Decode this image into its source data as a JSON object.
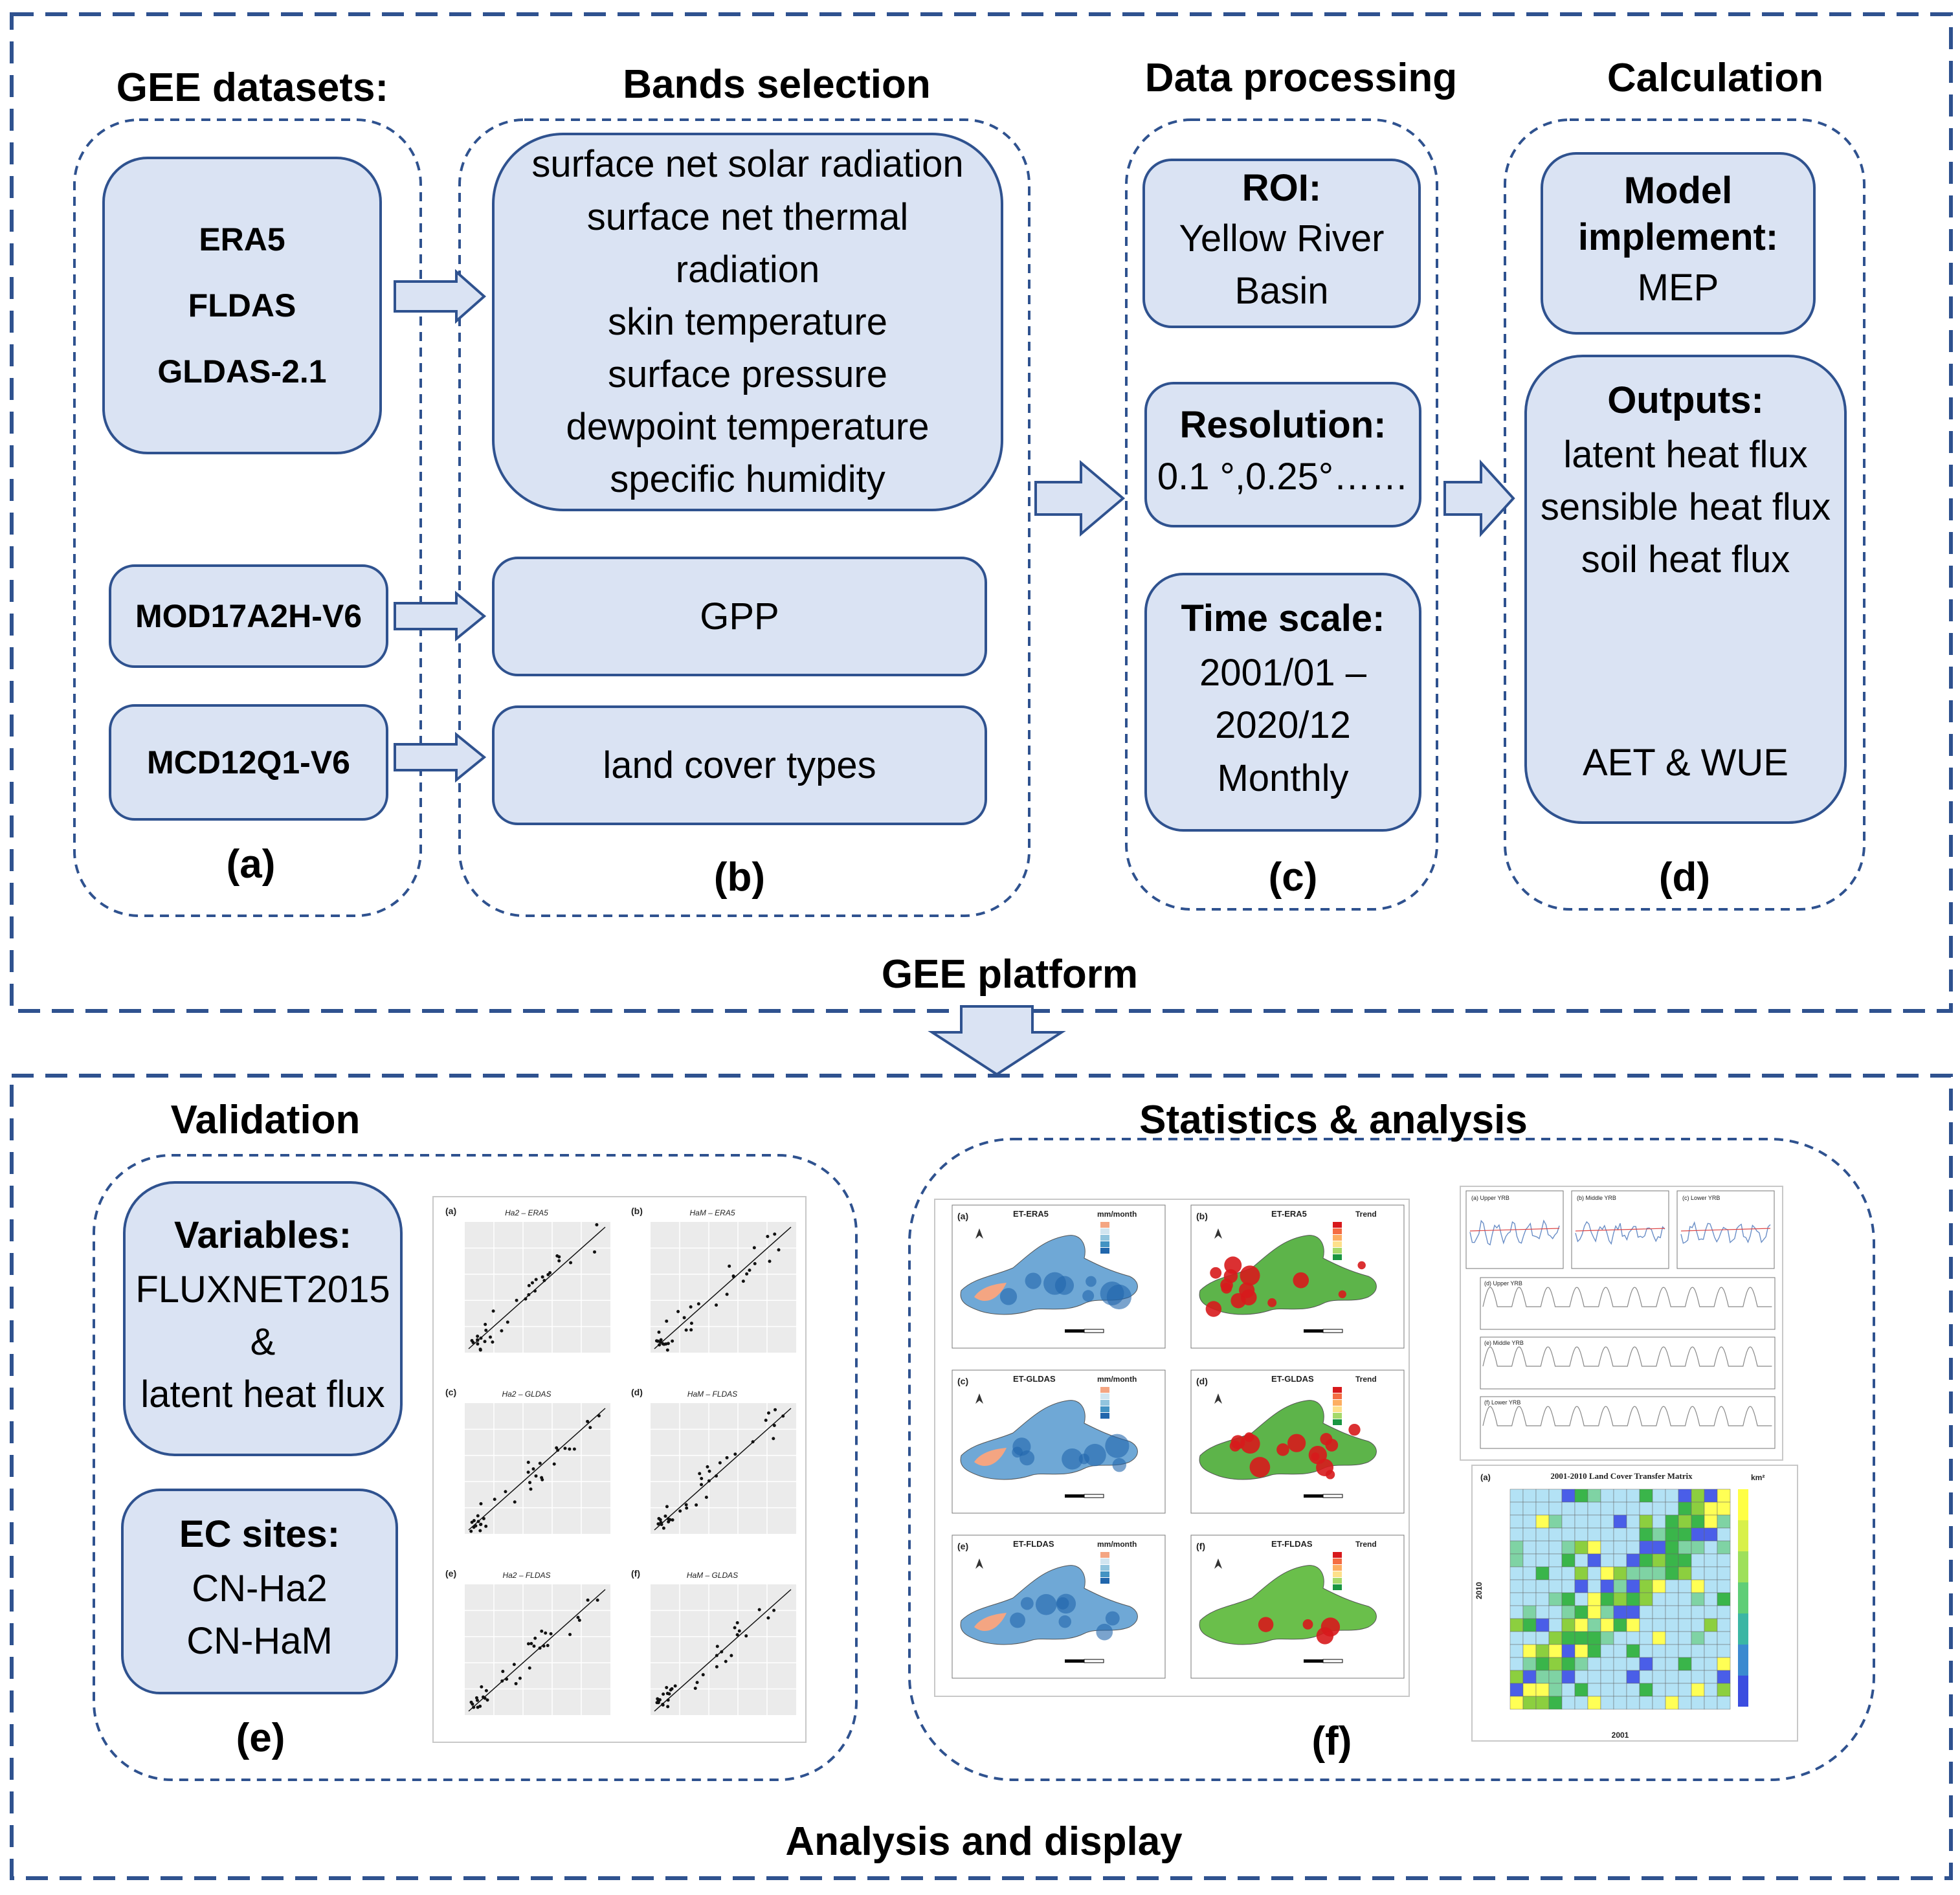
{
  "top_section": {
    "caption": "GEE platform"
  },
  "bottom_section": {
    "caption": "Analysis and display"
  },
  "panel_a": {
    "title": "GEE datasets:",
    "label": "(a)",
    "datasets": [
      "ERA5",
      "FLDAS",
      "GLDAS-2.1"
    ],
    "modis_gpp": "MOD17A2H-V6",
    "modis_landcover": "MCD12Q1-V6"
  },
  "panel_b": {
    "title": "Bands selection",
    "label": "(b)",
    "bands": [
      "surface net solar radiation",
      "surface net thermal",
      "radiation",
      "skin temperature",
      "surface pressure",
      "dewpoint temperature",
      "specific humidity"
    ],
    "gpp": "GPP",
    "landcover": "land cover types"
  },
  "panel_c": {
    "title": "Data processing",
    "label": "(c)",
    "roi_heading": "ROI:",
    "roi_lines": [
      "Yellow River",
      "Basin"
    ],
    "resolution_heading": "Resolution:",
    "resolution_value": "0.1 °,0.25°……",
    "time_heading": "Time scale:",
    "time_lines": [
      "2001/01 –",
      "2020/12",
      "Monthly"
    ]
  },
  "panel_d": {
    "title": "Calculation",
    "label": "(d)",
    "model_heading_lines": [
      "Model",
      "implement:"
    ],
    "model_value": "MEP",
    "outputs_heading": "Outputs:",
    "outputs_lines": [
      "latent heat flux",
      "sensible heat flux",
      "soil heat flux"
    ],
    "final": "AET & WUE"
  },
  "panel_e": {
    "title": "Validation",
    "label": "(e)",
    "variables_heading": "Variables:",
    "variables_lines": [
      "FLUXNET2015",
      "&",
      "latent heat flux"
    ],
    "ec_heading": "EC sites:",
    "ec_lines": [
      "CN-Ha2",
      "CN-HaM"
    ],
    "scatter_panels": [
      {
        "tag": "(a)",
        "title": "Ha2 – ERA5"
      },
      {
        "tag": "(b)",
        "title": "HaM – ERA5"
      },
      {
        "tag": "(c)",
        "title": "Ha2 – GLDAS"
      },
      {
        "tag": "(d)",
        "title": "HaM – FLDAS"
      },
      {
        "tag": "(e)",
        "title": "Ha2 – FLDAS"
      },
      {
        "tag": "(f)",
        "title": "HaM – GLDAS"
      }
    ]
  },
  "panel_f": {
    "title": "Statistics & analysis",
    "label": "(f)",
    "maps": [
      {
        "tag": "(a)",
        "title": "ET-ERA5",
        "legend": "mm/month"
      },
      {
        "tag": "(b)",
        "title": "ET-ERA5",
        "legend": "Trend"
      },
      {
        "tag": "(c)",
        "title": "ET-GLDAS",
        "legend": "mm/month"
      },
      {
        "tag": "(d)",
        "title": "ET-GLDAS",
        "legend": "Trend"
      },
      {
        "tag": "(e)",
        "title": "ET-FLDAS",
        "legend": "mm/month"
      },
      {
        "tag": "(f)",
        "title": "ET-FLDAS",
        "legend": "Trend"
      }
    ],
    "timeseries": [
      "(a) Upper YRB",
      "(b) Middle YRB",
      "(c) Lower YRB",
      "(d) Upper YRB",
      "(e) Middle YRB",
      "(f) Lower YRB"
    ],
    "matrix_tag": "(a)",
    "matrix_title": "2001-2010 Land Cover Transfer Matrix",
    "matrix_unit": "km²",
    "matrix_xlabel": "2001",
    "matrix_ylabel": "2010"
  },
  "colors": {
    "box_fill": "#dae3f3",
    "box_border": "#2f528f",
    "arrow_fill": "#dae3f3"
  }
}
